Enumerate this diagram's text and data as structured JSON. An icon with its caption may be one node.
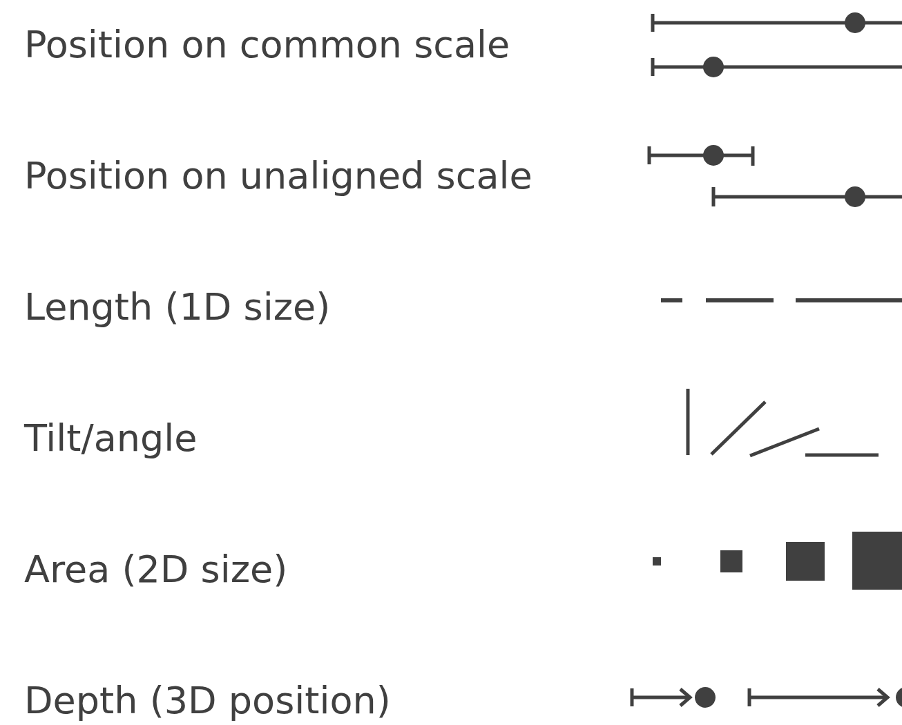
{
  "diagram": {
    "labels": [
      "Position on common scale",
      "Position on unaligned scale",
      "Length (1D size)",
      "Tilt/angle",
      "Area (2D size)",
      "Depth (3D position)"
    ]
  }
}
